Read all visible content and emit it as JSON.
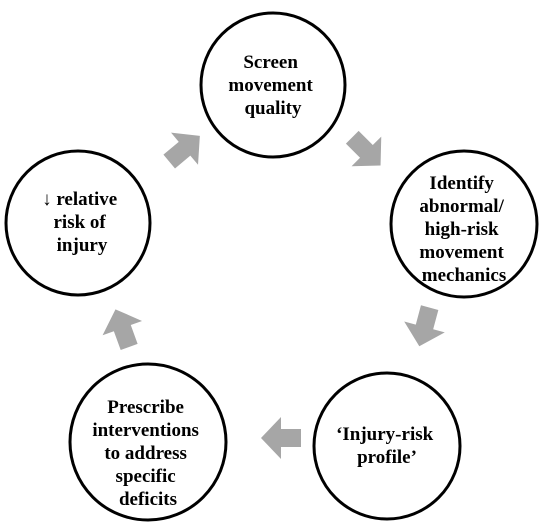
{
  "diagram": {
    "type": "cycle",
    "colors": {
      "node_fill": "#ffffff",
      "node_stroke": "#000000",
      "arrow_fill": "#a6a6a6"
    },
    "nodes": [
      {
        "lines": [
          "Screen",
          "movement",
          "quality"
        ]
      },
      {
        "lines": [
          "Identify",
          "abnormal/",
          "high-risk",
          "movement",
          "mechanics"
        ]
      },
      {
        "lines": [
          "‘Injury-risk",
          "profile’"
        ]
      },
      {
        "lines": [
          "Prescribe",
          "interventions",
          "to address",
          "specific",
          "deficits"
        ]
      },
      {
        "lines": [
          "↓ relative",
          "risk of",
          "injury"
        ]
      }
    ],
    "arrows": [
      {
        "from": 0,
        "to": 1,
        "direction": "down-right"
      },
      {
        "from": 1,
        "to": 2,
        "direction": "down-left"
      },
      {
        "from": 2,
        "to": 3,
        "direction": "left"
      },
      {
        "from": 3,
        "to": 4,
        "direction": "up-left"
      },
      {
        "from": 4,
        "to": 0,
        "direction": "up-right"
      }
    ]
  }
}
